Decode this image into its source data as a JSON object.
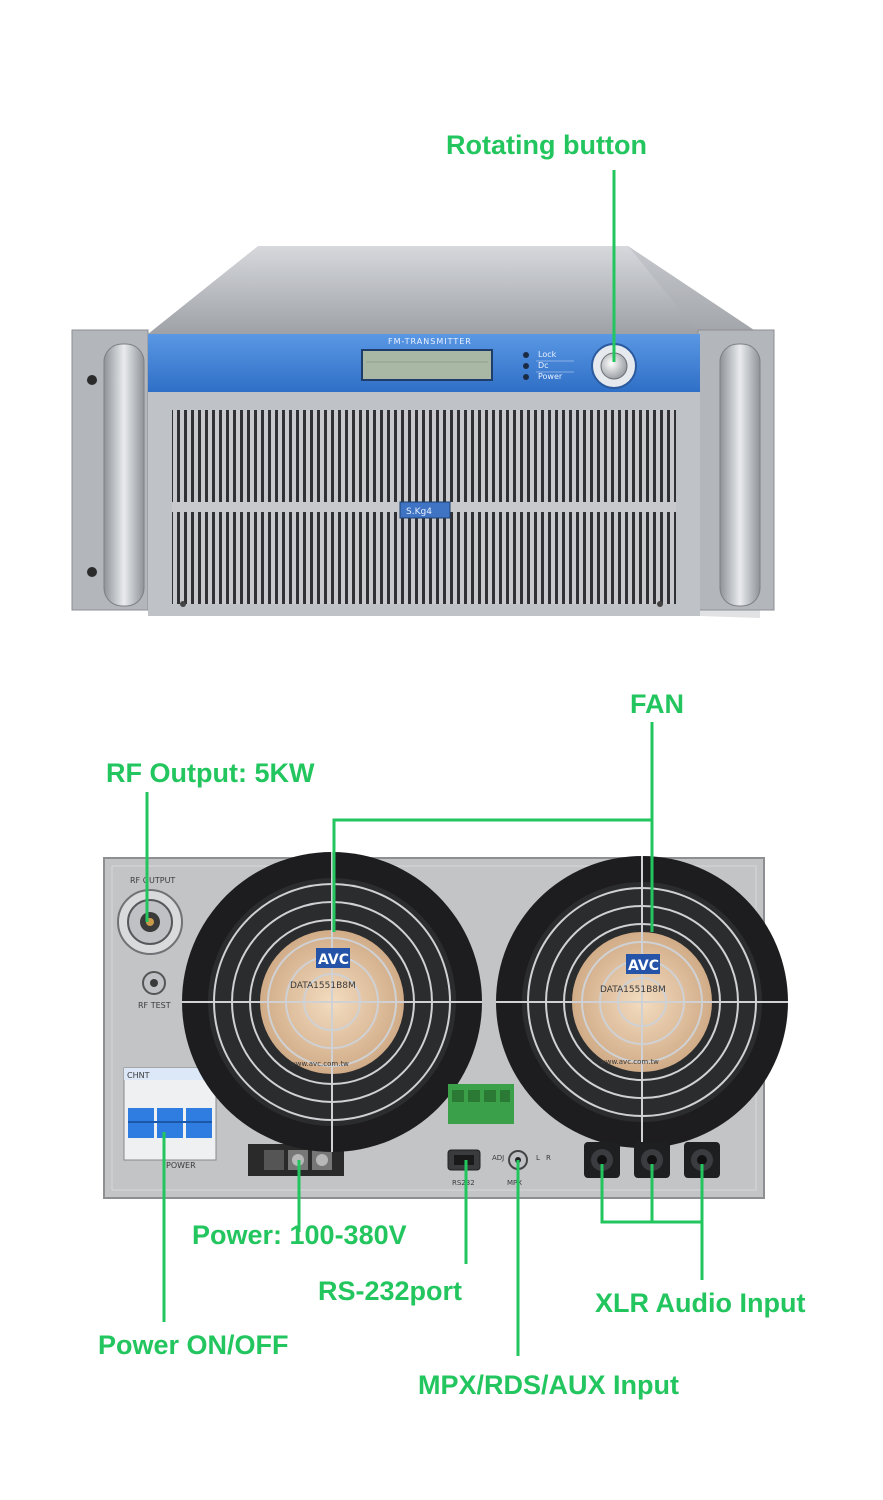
{
  "colors": {
    "callout": "#22c55e",
    "panel_blue": "#3f82d6",
    "chassis": "#b9bcc2",
    "rear_panel": "#c4c4c4",
    "fan_label": "#e8c7a2",
    "breaker_blue": "#2f7de0",
    "terminal_green": "#3aa14a"
  },
  "front": {
    "panel_title": "FM-TRANSMITTER",
    "indicators": [
      "Lock",
      "Dc",
      "Power"
    ],
    "badge_text": "S.Kg4"
  },
  "rear": {
    "rf_output_label": "RF OUTPUT",
    "rf_test_label": "RF TEST",
    "power_label": "POWER",
    "breaker_brand": "CHNT",
    "rs232_label": "RS232",
    "mpx_label": "MPX",
    "adj_label": "ADJ",
    "l_label": "L",
    "r_label": "R",
    "fan_brand": "AVC",
    "fan_model_1": "DATA1551B8M",
    "fan_model_2": "DATA1551B8M",
    "fan_url": "www.avc.com.tw"
  },
  "callouts": {
    "rotating_button": "Rotating button",
    "fan": "FAN",
    "rf_output": "RF Output: 5KW",
    "power": "Power: 100-380V",
    "rs232": "RS-232port",
    "xlr": "XLR Audio Input",
    "power_switch": "Power ON/OFF",
    "mpx": "MPX/RDS/AUX Input"
  }
}
